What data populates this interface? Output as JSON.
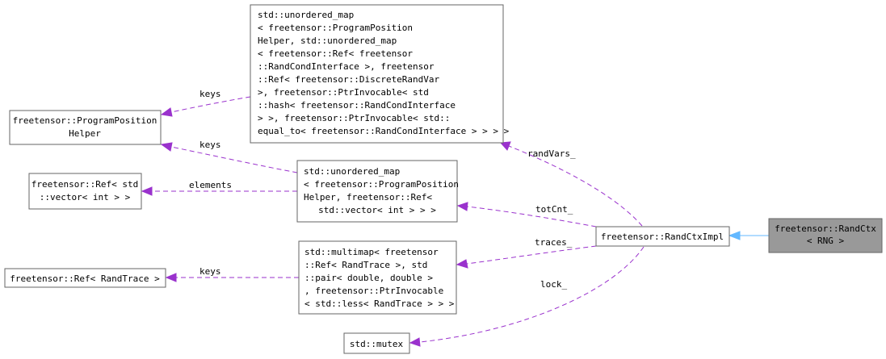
{
  "nodes": {
    "randctx": [
      "freetensor::RandCtx",
      "< RNG >"
    ],
    "impl": [
      "freetensor::RandCtxImpl"
    ],
    "umap_big": [
      "std::unordered_map",
      "< freetensor::ProgramPosition",
      "Helper, std::unordered_map",
      "< freetensor::Ref< freetensor",
      "::RandCondInterface >, freetensor",
      "::Ref< freetensor::DiscreteRandVar",
      " >, freetensor::PtrInvocable< std",
      "::hash< freetensor::RandCondInterface",
      " > >, freetensor::PtrInvocable< std::",
      "equal_to< freetensor::RandCondInterface > > > >"
    ],
    "pph": [
      "freetensor::ProgramPosition",
      "Helper"
    ],
    "umap_small": [
      "std::unordered_map",
      "< freetensor::ProgramPosition",
      "Helper, freetensor::Ref<",
      "std::vector< int > > >"
    ],
    "refvec": [
      "freetensor::Ref< std",
      "::vector< int > >"
    ],
    "multimap": [
      "std::multimap< freetensor",
      "::Ref< RandTrace >, std",
      "::pair< double, double >",
      ", freetensor::PtrInvocable",
      "< std::less< RandTrace > > >"
    ],
    "reftrace": [
      "freetensor::Ref< RandTrace >"
    ],
    "mutex": [
      "std::mutex"
    ]
  },
  "edge_labels": {
    "randvars": "randVars_",
    "totcnt": "totCnt_",
    "traces": "traces_",
    "lock": "lock_",
    "keys_big": "keys",
    "keys_small": "keys",
    "elements": "elements",
    "keys_multimap": "keys"
  },
  "colors": {
    "usage_edge": "#9a32cd",
    "inherit_edge": "#63b8ff",
    "highlight_fill": "#999999",
    "node_border": "#666666"
  }
}
